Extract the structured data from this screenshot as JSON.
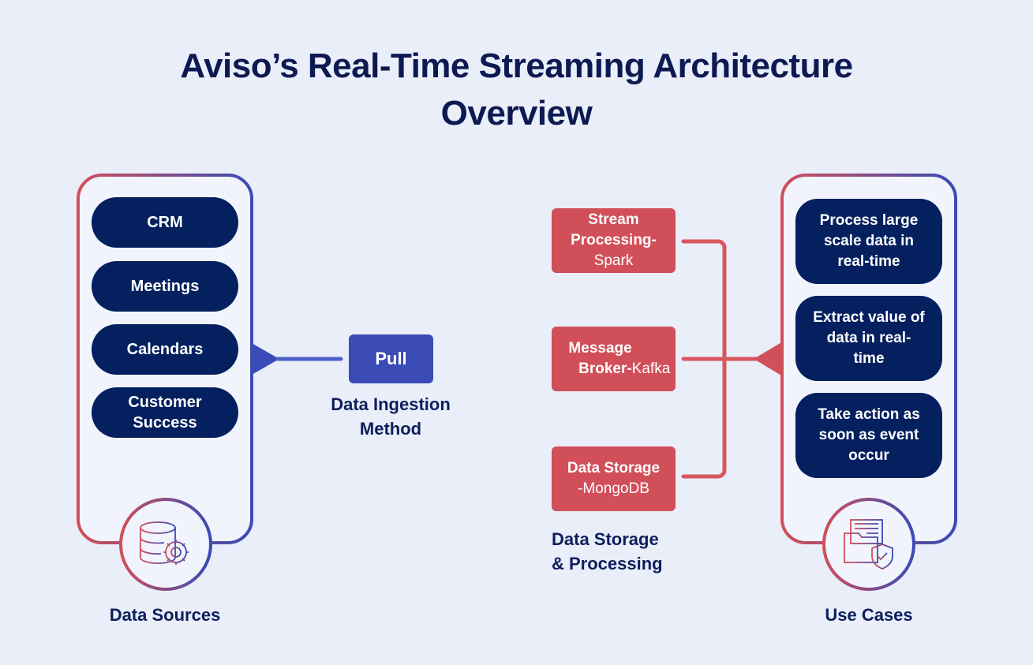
{
  "title": [
    "Aviso’s Real-Time Streaming Architecture",
    "Overview"
  ],
  "colors": {
    "background": "#e9eef9",
    "navy": "#04205f",
    "red": "#d14f59",
    "blue": "#3a4bb6",
    "gradient_start": "#d14f59",
    "gradient_end": "#3a4bb6"
  },
  "data_sources": {
    "label": "Data Sources",
    "icon": "database-gear-icon",
    "items": [
      "CRM",
      "Meetings",
      "Calendars",
      "Customer Success"
    ]
  },
  "ingestion": {
    "button": "Pull",
    "label_line1": "Data Ingestion",
    "label_line2": "Method"
  },
  "storage_processing": {
    "label_line1": "Data Storage",
    "label_line2": "& Processing",
    "boxes": [
      {
        "bold": "Stream Processing-",
        "regular": "Spark"
      },
      {
        "bold": "Message Broker-",
        "regular": "Kafka"
      },
      {
        "bold": "Data Storage",
        "regular": "-MongoDB"
      }
    ]
  },
  "use_cases": {
    "label": "Use Cases",
    "icon": "folder-shield-check-icon",
    "items": [
      "Process large scale data in real-time",
      "Extract value of data in real-time",
      "Take action as soon as event occur"
    ]
  }
}
